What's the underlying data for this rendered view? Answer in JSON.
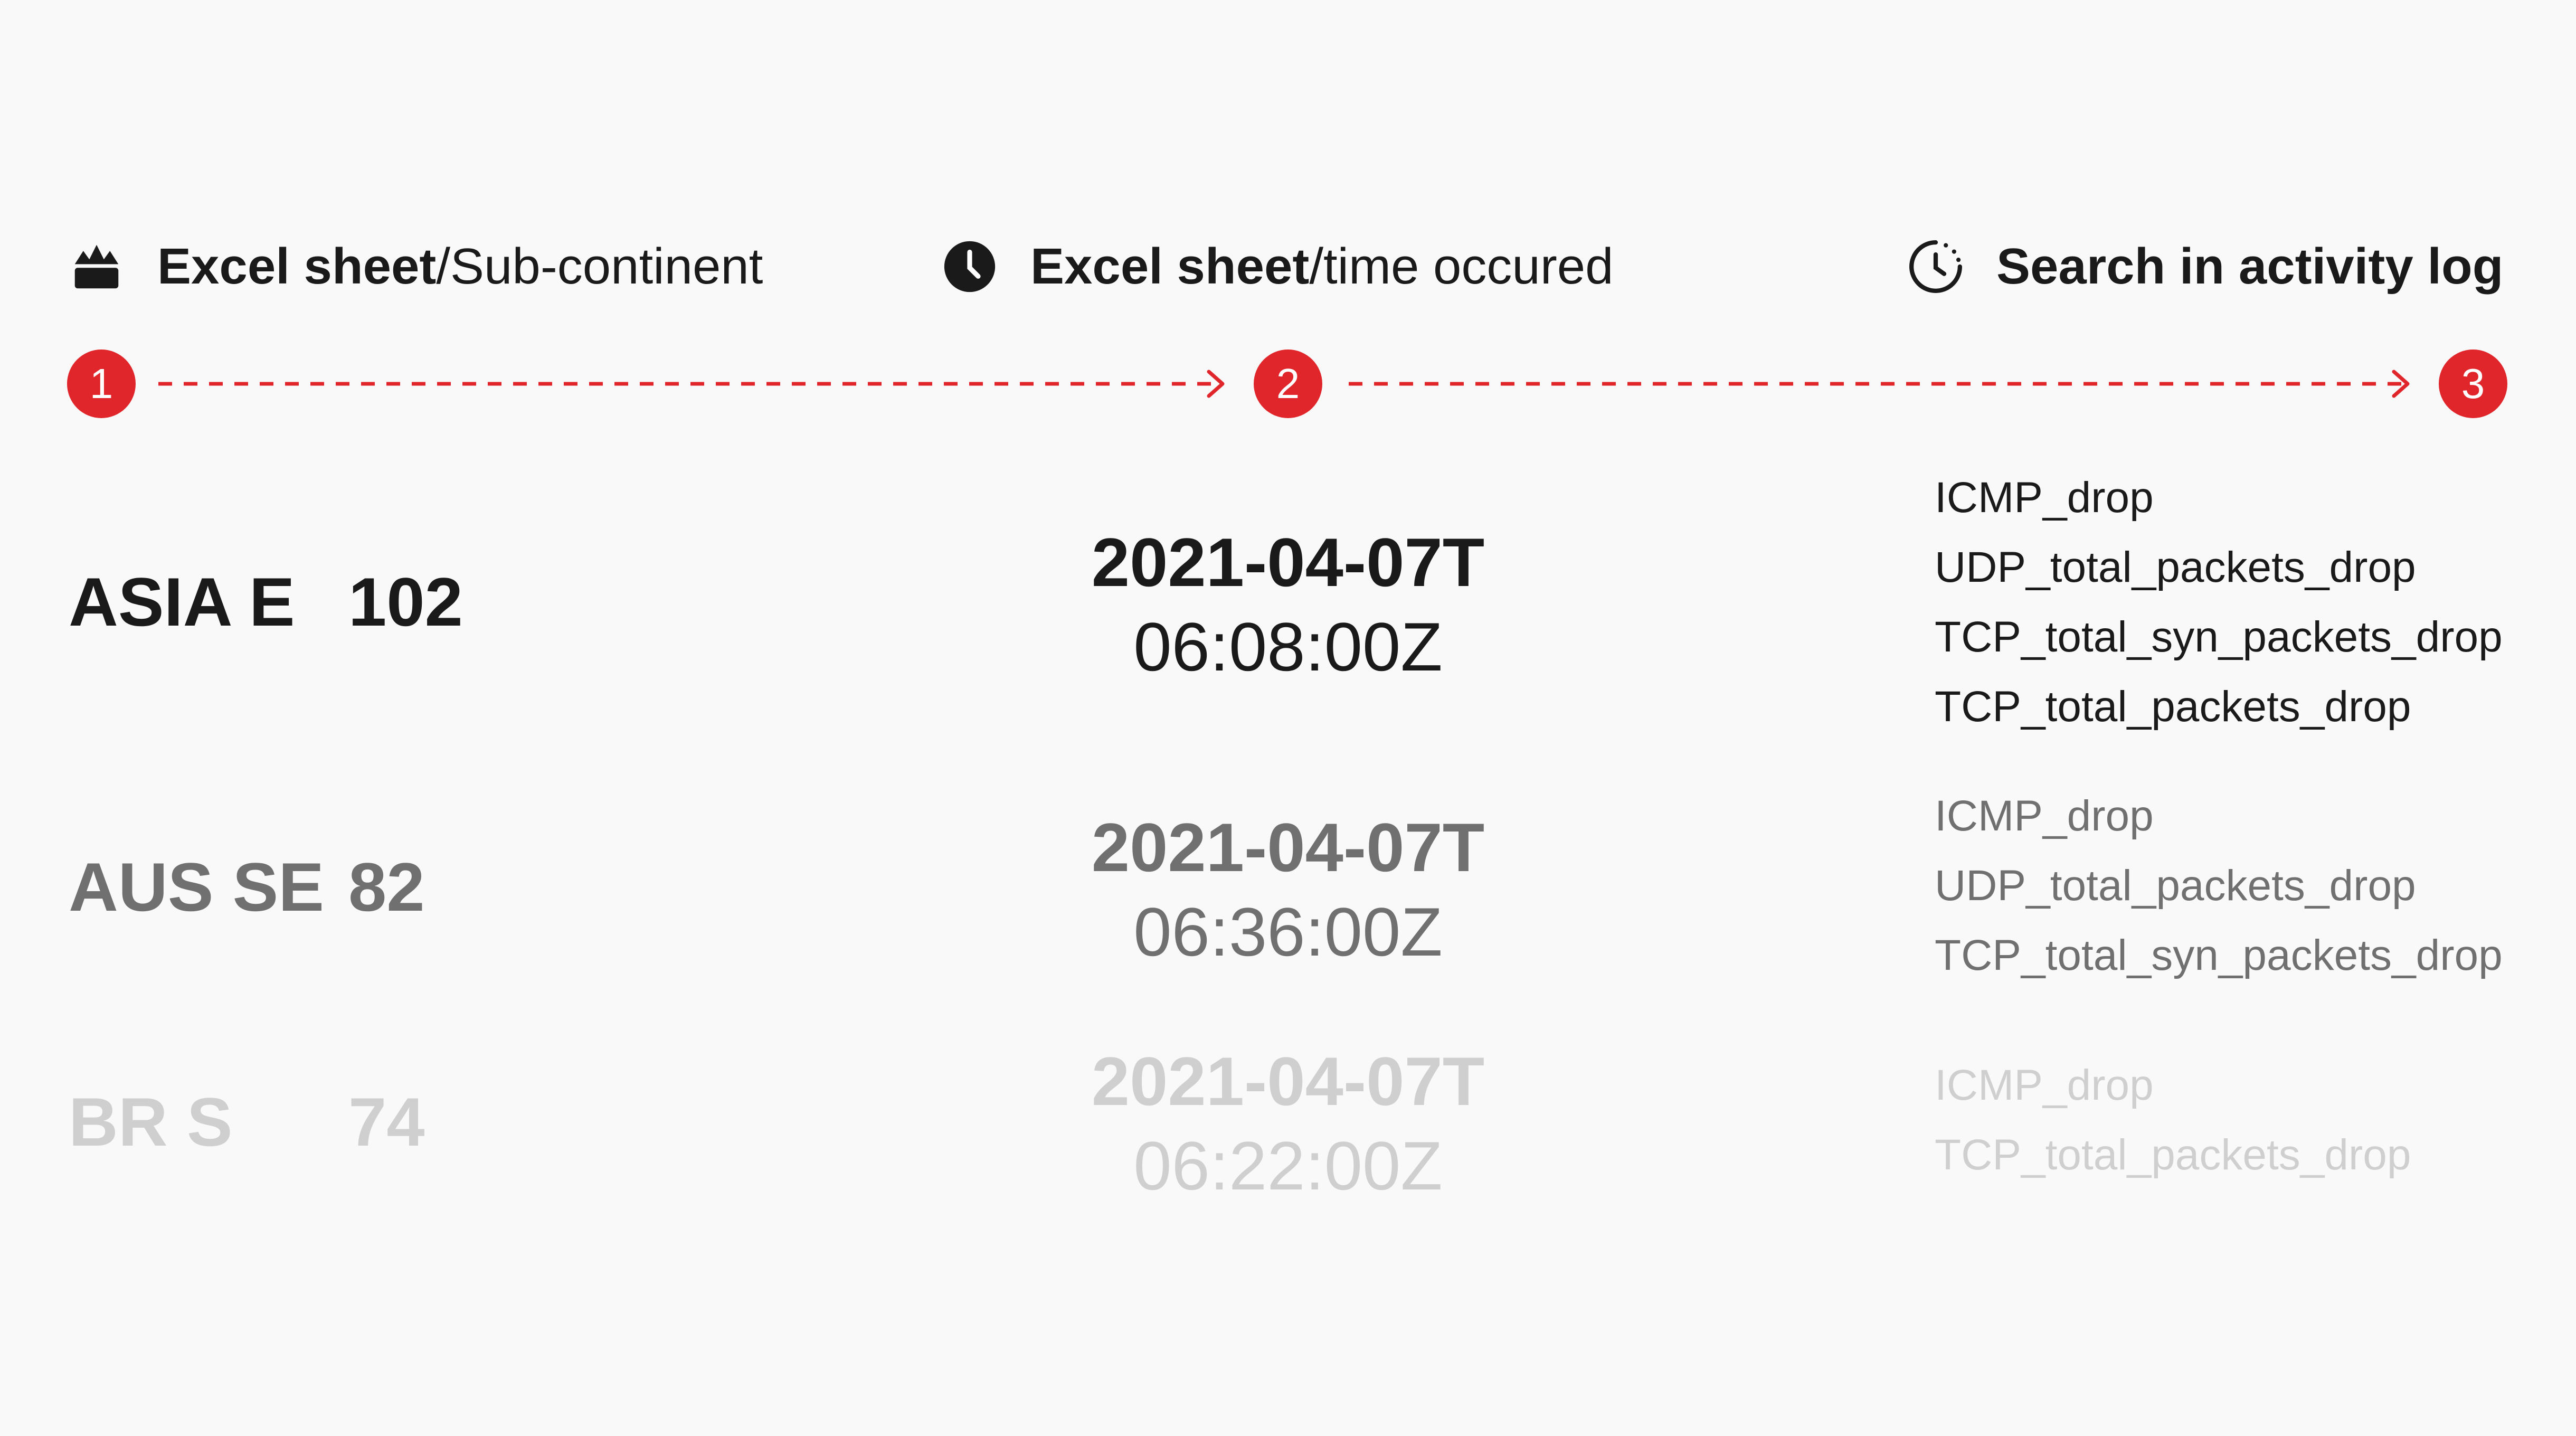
{
  "header": {
    "steps": [
      {
        "number": "1",
        "bold": "Excel sheet",
        "rest": "/Sub-continent",
        "icon": "crown-icon"
      },
      {
        "number": "2",
        "bold": "Excel sheet",
        "rest": "/time occured",
        "icon": "clock-icon"
      },
      {
        "number": "3",
        "bold": "Search in activity log",
        "rest": "",
        "icon": "history-icon"
      }
    ]
  },
  "colors": {
    "accent": "#e0262b",
    "row_primary": "#1a1a1a",
    "row_secondary": "#707070",
    "row_faded": "#cfcfcf"
  },
  "rows": [
    {
      "region": "ASIA E",
      "count": "102",
      "date": "2021-04-07T",
      "time": "06:08:00Z",
      "metrics": [
        "ICMP_drop",
        "UDP_total_packets_drop",
        "TCP_total_syn_packets_drop",
        "TCP_total_packets_drop"
      ]
    },
    {
      "region": "AUS SE",
      "count": "82",
      "date": "2021-04-07T",
      "time": "06:36:00Z",
      "metrics": [
        "ICMP_drop",
        "UDP_total_packets_drop",
        "TCP_total_syn_packets_drop"
      ]
    },
    {
      "region": "BR S",
      "count": "74",
      "date": "2021-04-07T",
      "time": "06:22:00Z",
      "metrics": [
        "ICMP_drop",
        "TCP_total_packets_drop"
      ]
    }
  ]
}
